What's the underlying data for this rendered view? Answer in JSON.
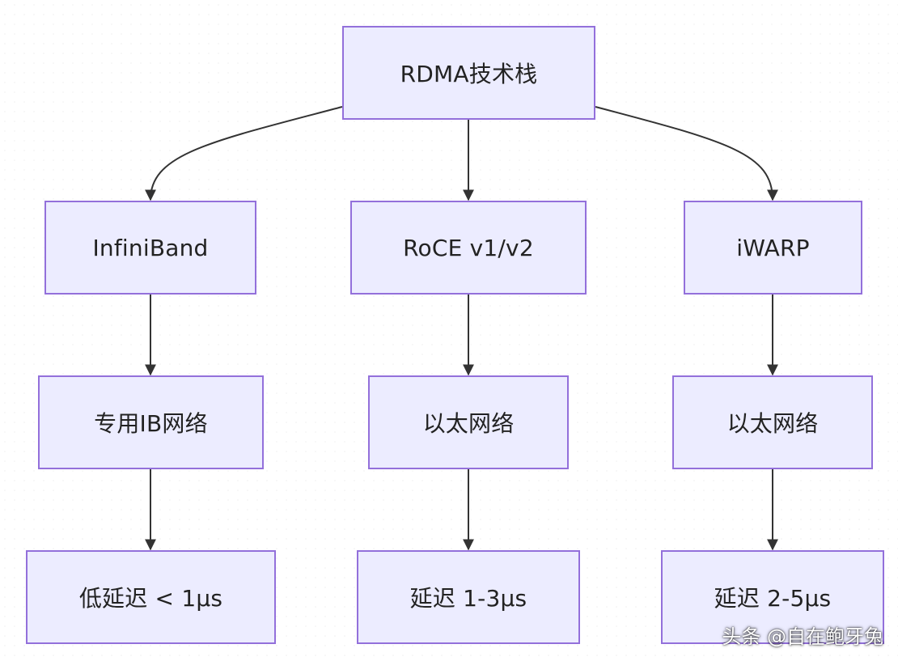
{
  "diagram": {
    "nodes": {
      "root": "RDMA技术栈",
      "ib": "InfiniBand",
      "roce": "RoCE v1/v2",
      "iwarp": "iWARP",
      "ib_net": "专用IB网络",
      "roce_net": "以太网络",
      "iwarp_net": "以太网络",
      "ib_lat": "低延迟 < 1μs",
      "roce_lat": "延迟 1-3μs",
      "iwarp_lat": "延迟 2-5μs"
    },
    "edges": [
      {
        "from": "root",
        "to": "ib"
      },
      {
        "from": "root",
        "to": "roce"
      },
      {
        "from": "root",
        "to": "iwarp"
      },
      {
        "from": "ib",
        "to": "ib_net"
      },
      {
        "from": "roce",
        "to": "roce_net"
      },
      {
        "from": "iwarp",
        "to": "iwarp_net"
      },
      {
        "from": "ib_net",
        "to": "ib_lat"
      },
      {
        "from": "roce_net",
        "to": "roce_lat"
      },
      {
        "from": "iwarp_net",
        "to": "iwarp_lat"
      }
    ]
  },
  "watermark": "头条 @自在鲍牙兔",
  "colors": {
    "node_fill": "#ECECFF",
    "node_border": "#9370DB",
    "edge": "#333333",
    "text": "#222222"
  }
}
